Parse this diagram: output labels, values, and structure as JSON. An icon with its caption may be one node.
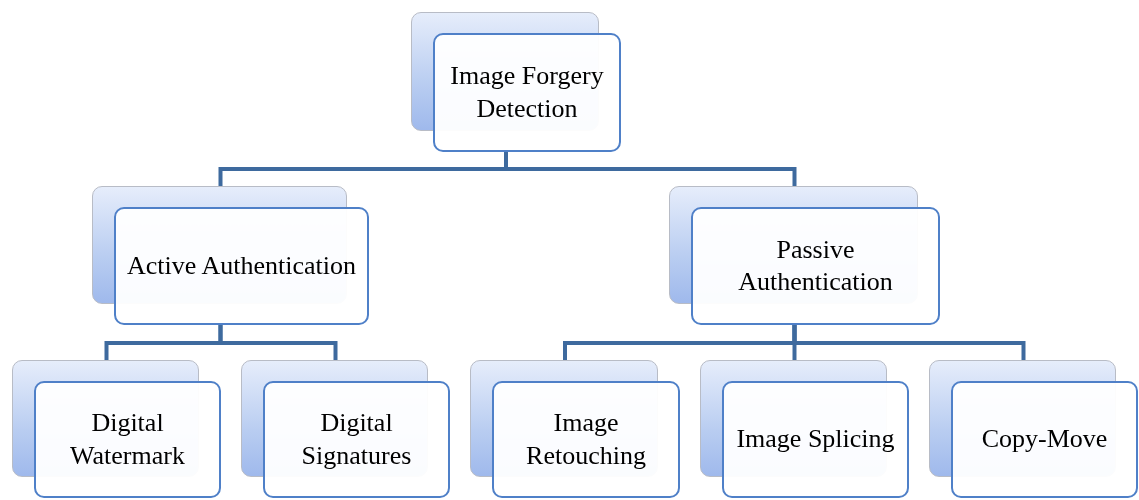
{
  "diagram": {
    "nodes": [
      {
        "text": [
          "Image Forgery Detection"
        ]
      },
      {
        "text": [
          "Active Authentication"
        ]
      },
      {
        "text": [
          "Passive Authentication"
        ]
      },
      {
        "text": [
          "Digital Watermark"
        ]
      },
      {
        "text": [
          "Digital Signatures"
        ]
      },
      {
        "text": [
          "Image Retouching"
        ]
      },
      {
        "text": [
          "Image Splicing"
        ]
      },
      {
        "text": [
          "Copy-Move"
        ]
      }
    ],
    "edges": [
      {
        "from": 0,
        "to": 1,
        "arrow": "none"
      },
      {
        "from": 0,
        "to": 2,
        "arrow": "none"
      },
      {
        "from": 1,
        "to": 3,
        "arrow": "none"
      },
      {
        "from": 1,
        "to": 4,
        "arrow": "none"
      },
      {
        "from": 2,
        "to": 5,
        "arrow": "none"
      },
      {
        "from": 2,
        "to": 6,
        "arrow": "none"
      },
      {
        "from": 2,
        "to": 7,
        "arrow": "none"
      }
    ]
  }
}
